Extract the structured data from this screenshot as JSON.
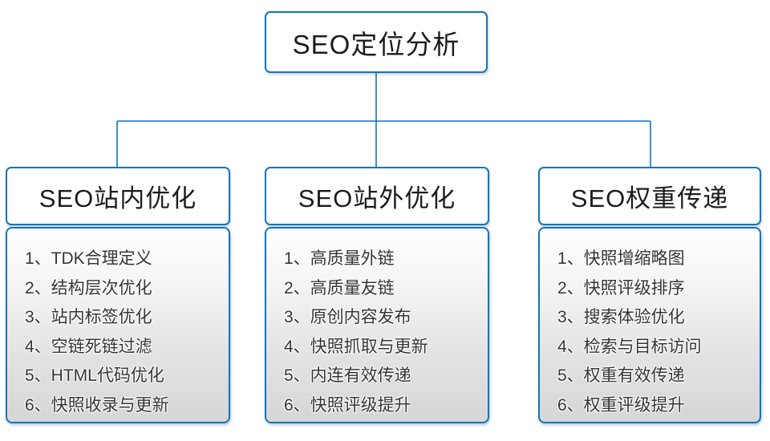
{
  "root": {
    "label": "SEO定位分析"
  },
  "colors": {
    "border_blue": "#1274bd",
    "body_gradient_top": "#ffffff",
    "body_gradient_bottom": "#d6d6d6",
    "text_dark": "#353535"
  },
  "columns": [
    {
      "header": "SEO站内优化",
      "items": [
        "1、TDK合理定义",
        "2、结构层次优化",
        "3、站内标签优化",
        "4、空链死链过滤",
        "5、HTML代码优化",
        "6、快照收录与更新"
      ]
    },
    {
      "header": "SEO站外优化",
      "items": [
        "1、高质量外链",
        "2、高质量友链",
        "3、原创内容发布",
        "4、快照抓取与更新",
        "5、内连有效传递",
        "6、快照评级提升"
      ]
    },
    {
      "header": "SEO权重传递",
      "items": [
        "1、快照增缩略图",
        "2、快照评级排序",
        "3、搜索体验优化",
        "4、检索与目标访问",
        "5、权重有效传递",
        "6、权重评级提升"
      ]
    }
  ]
}
